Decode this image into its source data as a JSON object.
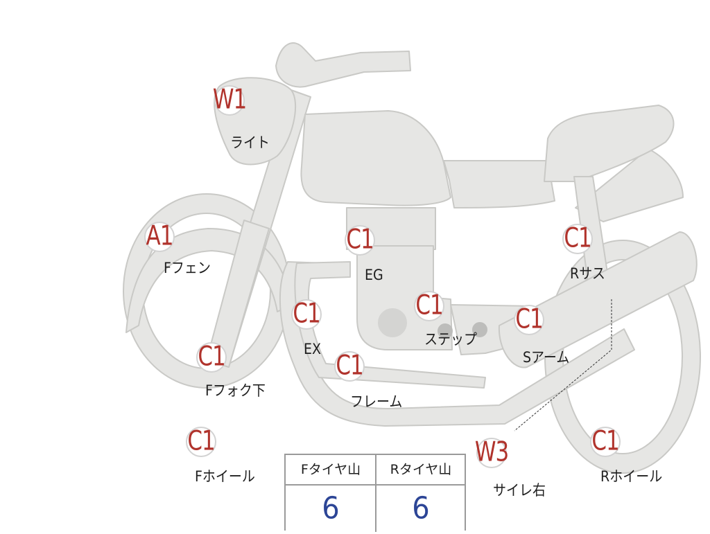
{
  "markers": [
    {
      "id": "light",
      "code": "W1",
      "label": "ライト"
    },
    {
      "id": "f-fender",
      "code": "A1",
      "label": "Fフェン"
    },
    {
      "id": "engine",
      "code": "C1",
      "label": "EG"
    },
    {
      "id": "r-suspension",
      "code": "C1",
      "label": "Rサス"
    },
    {
      "id": "exhaust",
      "code": "C1",
      "label": "EX"
    },
    {
      "id": "step",
      "code": "C1",
      "label": "ステップ"
    },
    {
      "id": "swing-arm",
      "code": "C1",
      "label": "Sアーム"
    },
    {
      "id": "f-fork",
      "code": "C1",
      "label": "Fフォク下"
    },
    {
      "id": "frame",
      "code": "C1",
      "label": "フレーム"
    },
    {
      "id": "f-wheel",
      "code": "C1",
      "label": "Fホイール"
    },
    {
      "id": "silencer-right",
      "code": "W3",
      "label": "サイレ右"
    },
    {
      "id": "r-wheel",
      "code": "C1",
      "label": "Rホイール"
    }
  ],
  "tread_table": {
    "headers": [
      "Fタイヤ山",
      "Rタイヤ山"
    ],
    "values": [
      "6",
      "6"
    ]
  },
  "colors": {
    "bike_fill": "#e6e6e4",
    "bike_stroke": "#c9c9c6",
    "marker_text": "#b0332c",
    "value_text": "#2c4596"
  }
}
